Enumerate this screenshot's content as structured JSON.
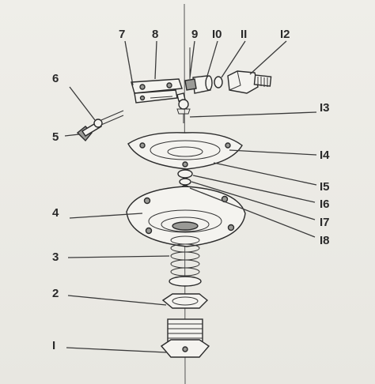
{
  "callouts": {
    "c1": "I",
    "c2": "2",
    "c3": "3",
    "c4": "4",
    "c5": "5",
    "c6": "6",
    "c7": "7",
    "c8": "8",
    "c9": "9",
    "c10": "I0",
    "c11": "II",
    "c12": "I2",
    "c13": "I3",
    "c14": "I4",
    "c15": "I5",
    "c16": "I6",
    "c17": "I7",
    "c18": "I8"
  }
}
